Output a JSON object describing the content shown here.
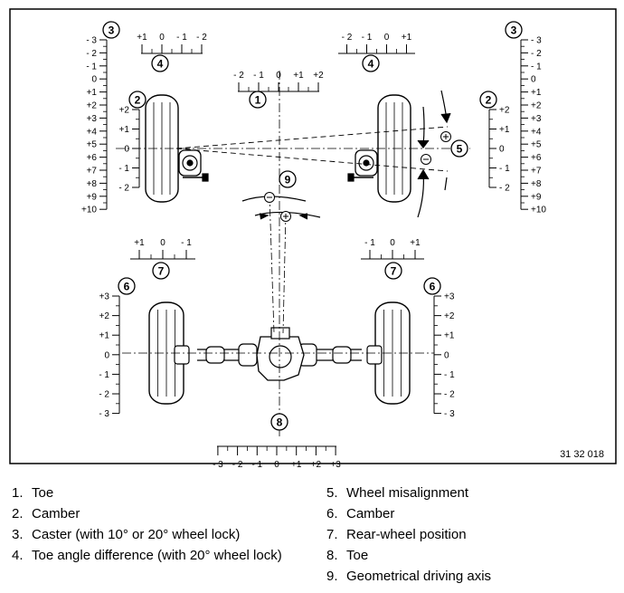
{
  "figure_code": "31 32 018",
  "callouts": [
    "1",
    "2",
    "3",
    "4",
    "5",
    "6",
    "7",
    "8",
    "9"
  ],
  "scales": {
    "caster": [
      "- 3",
      "- 2",
      "- 1",
      "0",
      "+1",
      "+2",
      "+3",
      "+4",
      "+5",
      "+6",
      "+7",
      "+8",
      "+9",
      "+10"
    ],
    "camber_front": [
      "+2",
      "+1",
      "0",
      "- 1",
      "- 2"
    ],
    "camber_rear": [
      "+3",
      "+2",
      "+1",
      "0",
      "- 1",
      "- 2",
      "- 3"
    ],
    "toe_front": [
      "- 2",
      "- 1",
      "0",
      "+1",
      "+2"
    ],
    "toe_rear": [
      "- 3",
      "- 2",
      "- 1",
      "0",
      "+1",
      "+2",
      "+3"
    ],
    "toe_diff_left": [
      "+1",
      "0",
      "- 1",
      "- 2"
    ],
    "toe_diff_right": [
      "- 2",
      "- 1",
      "0",
      "+1"
    ],
    "rear_pos_left": [
      "+1",
      "0",
      "- 1"
    ],
    "rear_pos_right": [
      "- 1",
      "0",
      "+1"
    ]
  },
  "legend": {
    "left": [
      {
        "num": "1.",
        "text": "Toe"
      },
      {
        "num": "2.",
        "text": "Camber"
      },
      {
        "num": "3.",
        "text": "Caster (with 10° or 20° wheel lock)"
      },
      {
        "num": "4.",
        "text": "Toe angle difference (with 20° wheel lock)"
      }
    ],
    "right": [
      {
        "num": "5.",
        "text": "Wheel misalignment"
      },
      {
        "num": "6.",
        "text": "Camber"
      },
      {
        "num": "7.",
        "text": "Rear-wheel position"
      },
      {
        "num": "8.",
        "text": "Toe"
      },
      {
        "num": "9.",
        "text": "Geometrical driving axis"
      }
    ]
  }
}
